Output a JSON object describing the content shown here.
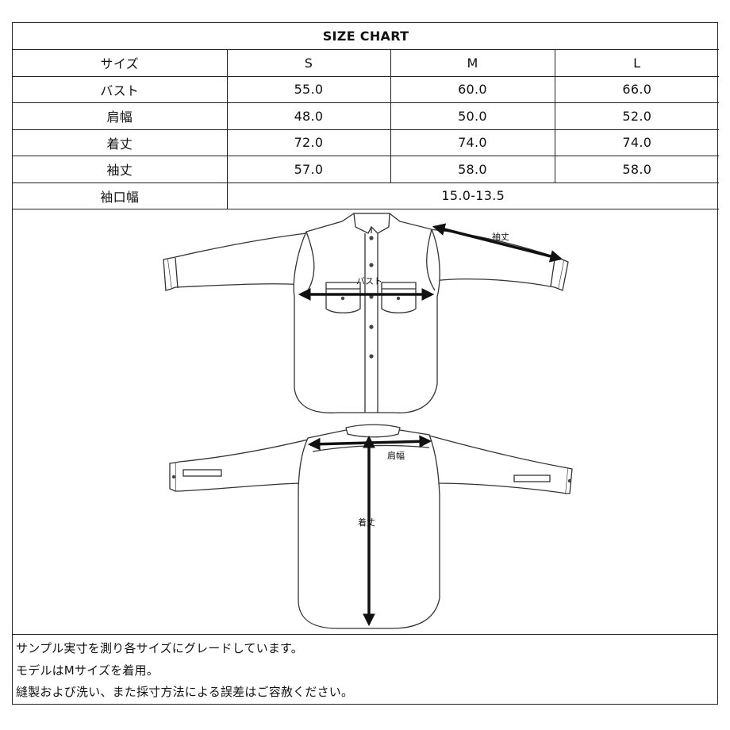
{
  "chart": {
    "title": "SIZE CHART",
    "header_label": "サイズ",
    "sizes": [
      "S",
      "M",
      "L"
    ],
    "rows": [
      {
        "label": "バスト",
        "values": [
          "55.0",
          "60.0",
          "66.0"
        ]
      },
      {
        "label": "肩幅",
        "values": [
          "48.0",
          "50.0",
          "52.0"
        ]
      },
      {
        "label": "着丈",
        "values": [
          "72.0",
          "74.0",
          "74.0"
        ]
      },
      {
        "label": "袖丈",
        "values": [
          "57.0",
          "58.0",
          "58.0"
        ]
      }
    ],
    "cuff_row": {
      "label": "袖口幅",
      "value": "15.0-13.5"
    }
  },
  "illustration": {
    "front_labels": {
      "bust": "バスト",
      "sleeve": "袖丈"
    },
    "back_labels": {
      "shoulder": "肩幅",
      "length": "着丈"
    }
  },
  "notes": [
    "サンプル実寸を測り各サイズにグレードしています。",
    "モデルはMサイズを着用。",
    "縫製および洗い、また採寸方法による誤差はご容赦ください。"
  ]
}
